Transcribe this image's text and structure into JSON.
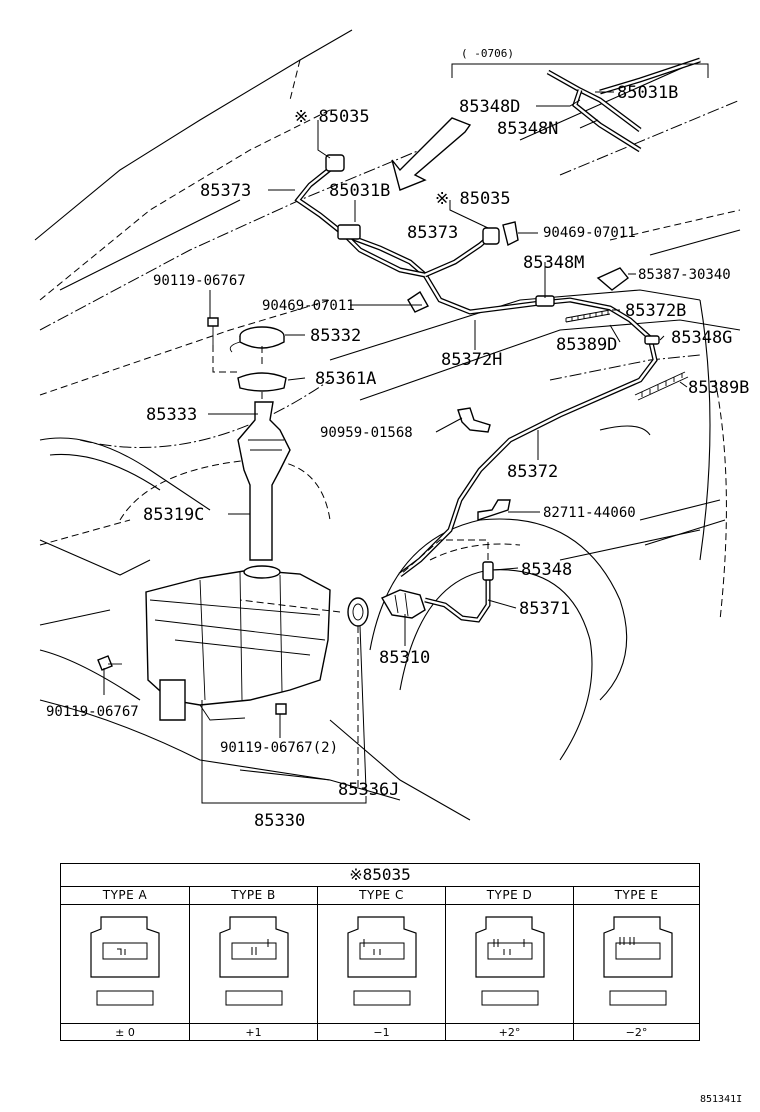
{
  "bracket_note": "(      -0706)",
  "labels": {
    "l85035_a": "※ 85035",
    "l85031B_top": "85031B",
    "l85348D": "85348D",
    "l85348N": "85348N",
    "l85373_a": "85373",
    "l85031B": "85031B",
    "l85035_b": "※ 85035",
    "l85373_b": "85373",
    "l90469_a": "90469-07011",
    "l85348M": "85348M",
    "l85387": "85387-30340",
    "l90119_a": "90119-06767",
    "l90469_b": "90469-07011",
    "l85372B": "85372B",
    "l85332": "85332",
    "l85389D": "85389D",
    "l85348G": "85348G",
    "l85372H": "85372H",
    "l85361A": "85361A",
    "l85389B": "85389B",
    "l85333": "85333",
    "l90959": "90959-01568",
    "l85372": "85372",
    "l85319C": "85319C",
    "l82711": "82711-44060",
    "l85348": "85348",
    "l85371": "85371",
    "l85310": "85310",
    "l90119_b": "90119-06767",
    "l90119_c": "90119-06767(2)",
    "l85336J": "85336J",
    "l85330": "85330"
  },
  "type_table": {
    "title": "※85035",
    "columns": [
      {
        "type": "TYPE A",
        "value": "± 0"
      },
      {
        "type": "TYPE B",
        "value": "+1"
      },
      {
        "type": "TYPE C",
        "value": "−1"
      },
      {
        "type": "TYPE D",
        "value": "+2°"
      },
      {
        "type": "TYPE E",
        "value": "−2°"
      }
    ]
  },
  "footer_code": "851341I"
}
